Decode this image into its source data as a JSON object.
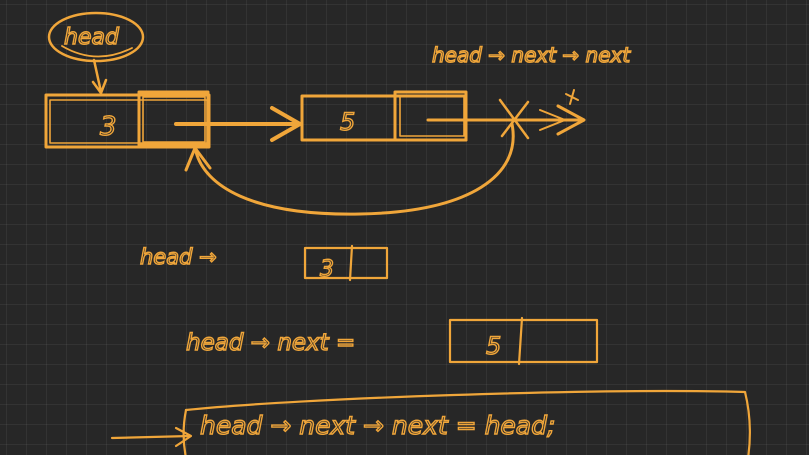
{
  "ink_color": "#f0a63a",
  "background_color": "#272727",
  "top_label": "head",
  "node1_value": "3",
  "node2_value": "5",
  "top_expression": "head → next → next",
  "line1_expression": "head →",
  "line1_box_value": "3",
  "line2_expression": "head → next =",
  "line2_box_value": "5",
  "line3_expression": "head → next → next = head;"
}
